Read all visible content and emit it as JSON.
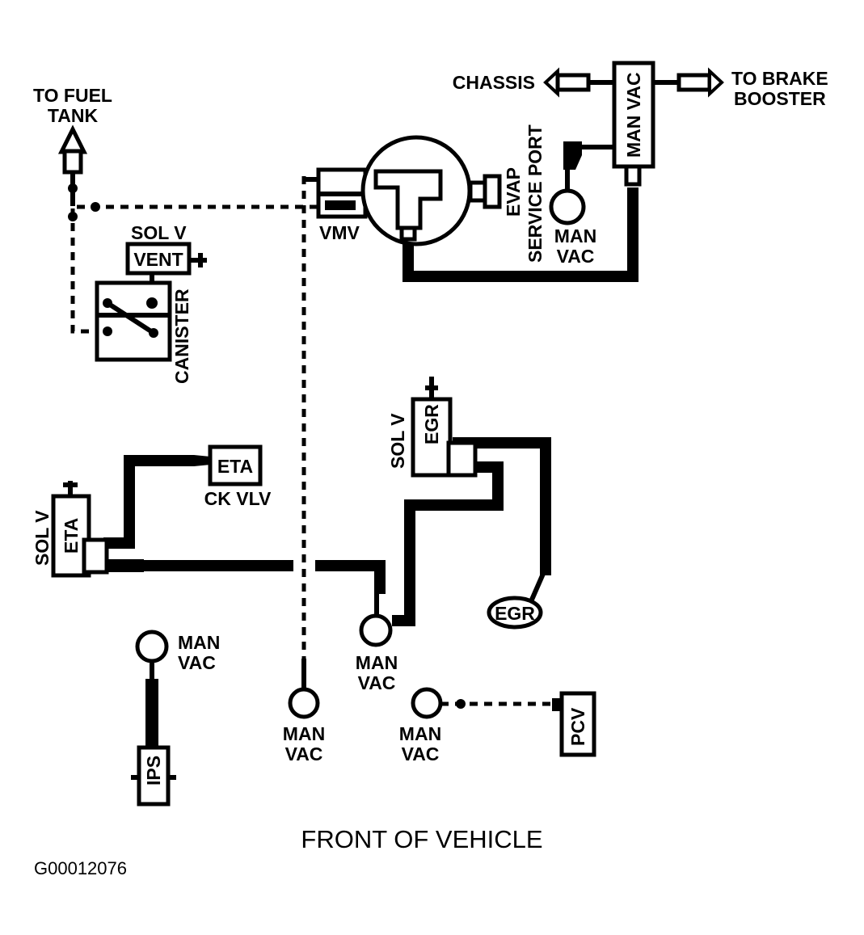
{
  "labels": {
    "to_fuel_tank": [
      "TO FUEL",
      "TANK"
    ],
    "chassis": "CHASSIS",
    "to_brake_booster": [
      "TO BRAKE",
      "BOOSTER"
    ],
    "man_vac_top": "MAN VAC",
    "evap_service_port": [
      "EVAP",
      "SERVICE PORT"
    ],
    "man_vac": [
      "MAN",
      "VAC"
    ],
    "vmv": "VMV",
    "sol_v": "SOL V",
    "vent": "VENT",
    "canister": "CANISTER",
    "egr": "EGR",
    "eta": "ETA",
    "ck_vlv": "CK VLV",
    "ips": "IPS",
    "pcv": "PCV",
    "front_of_vehicle": "FRONT OF VEHICLE",
    "figure_id": "G00012076"
  },
  "colors": {
    "line": "#000000",
    "background": "#ffffff"
  }
}
